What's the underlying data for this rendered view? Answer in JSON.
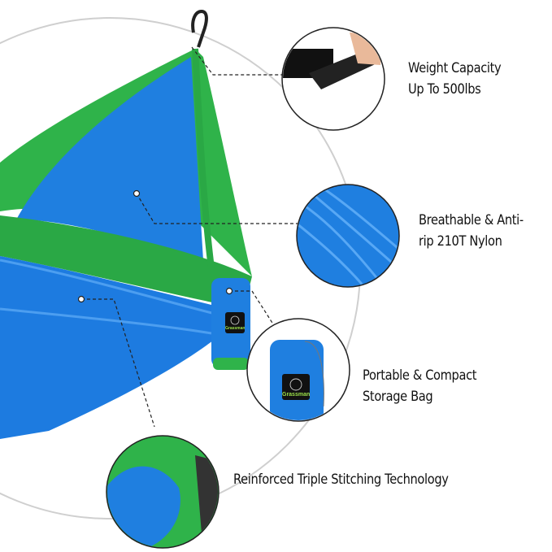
{
  "features": [
    {
      "line1": "Weight Capacity",
      "line2": "Up To 500lbs"
    },
    {
      "line1": "Breathable & Anti-",
      "line2": "rip 210T Nylon"
    },
    {
      "line1": "Portable & Compact",
      "line2": "Storage Bag"
    },
    {
      "line1": "Reinforced Triple Stitching Technology",
      "line2": ""
    }
  ],
  "brand_logo_text": "Grassman",
  "colors": {
    "blue": "#1f7fe0",
    "green": "#2fb34a",
    "arc": "#c8c8c8"
  }
}
